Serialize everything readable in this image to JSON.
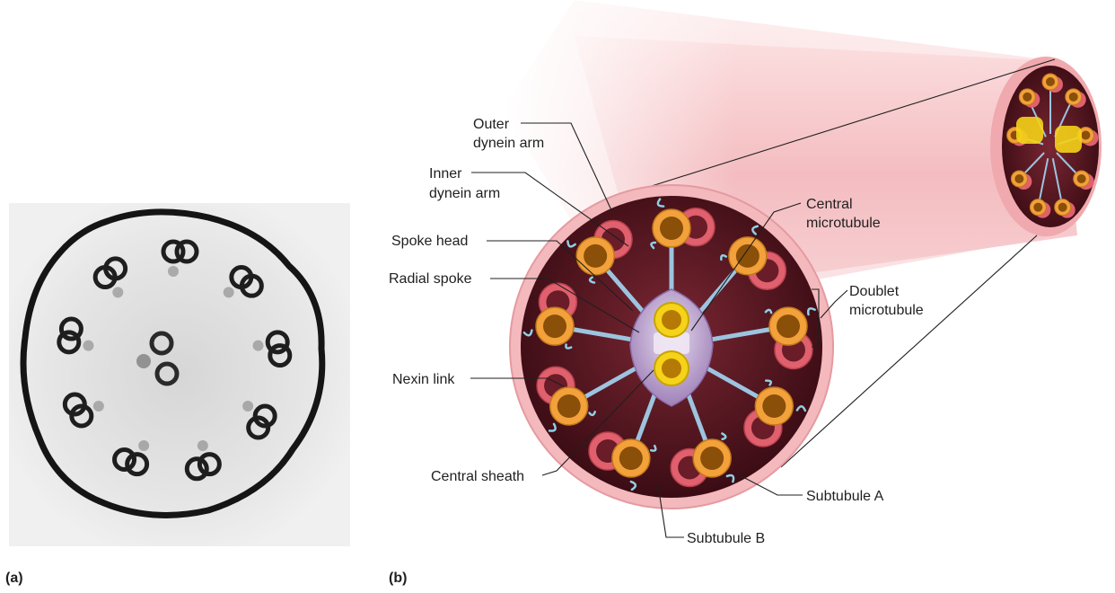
{
  "panels": {
    "a": "(a)",
    "b": "(b)"
  },
  "labels": {
    "outer_dynein_line1": "Outer",
    "outer_dynein_line2": "dynein arm",
    "inner_dynein_line1": "Inner",
    "inner_dynein_line2": "dynein arm",
    "spoke_head": "Spoke head",
    "radial_spoke": "Radial spoke",
    "nexin_link": "Nexin link",
    "central_sheath": "Central sheath",
    "central_microtubule_line1": "Central",
    "central_microtubule_line2": "microtubule",
    "doublet_microtubule_line1": "Doublet",
    "doublet_microtubule_line2": "microtubule",
    "subtubule_a": "Subtubule A",
    "subtubule_b": "Subtubule B"
  },
  "colors": {
    "flagellum_membrane": "#f3b9bd",
    "cross_section_interior": "#5a1822",
    "subtubule_a_ring": "#f2a13b",
    "subtubule_b_ring": "#e0606e",
    "central_microtubule": "#f5d318",
    "radial_spoke": "#9cc4e0",
    "central_sheath": "#b59cc9"
  }
}
